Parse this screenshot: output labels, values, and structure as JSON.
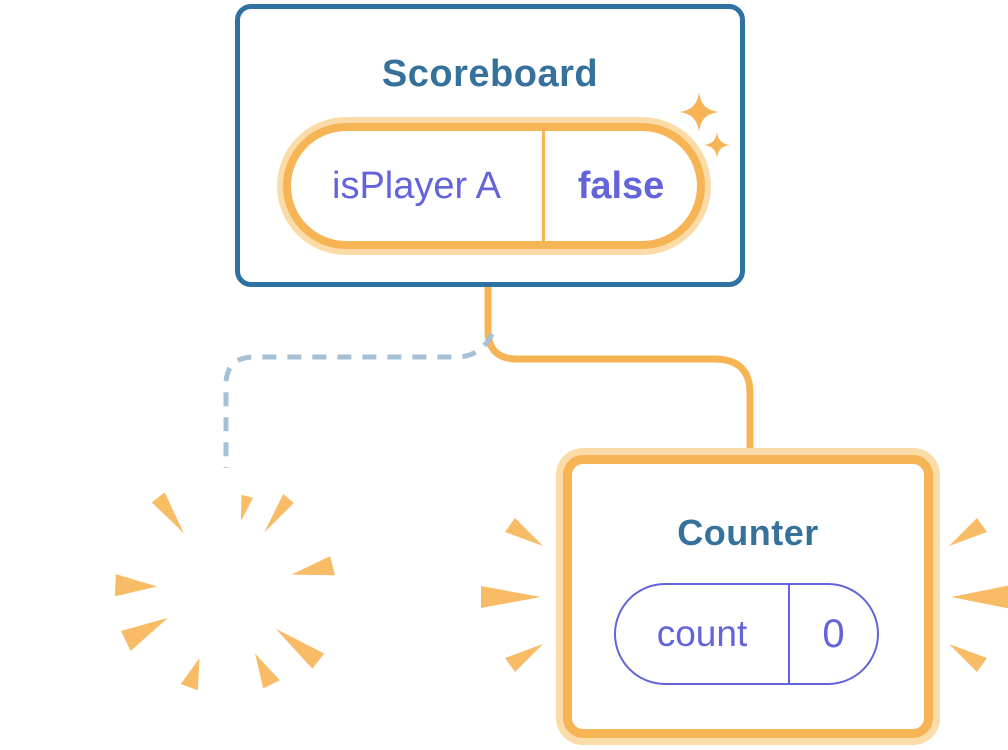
{
  "illustration": {
    "scoreboard": {
      "title": "Scoreboard",
      "state_key": "isPlayer A",
      "state_value": "false"
    },
    "counter": {
      "title": "Counter",
      "state_key": "count",
      "state_value": "0"
    },
    "icons": {
      "sparkles": "sparkles-icon",
      "poof_burst": "poof-burst-icon",
      "emphasis_marks": "emphasis-marks-icon"
    }
  },
  "colors": {
    "teal": "#2E72A1",
    "title_blue": "#35719A",
    "orange": "#F6B455",
    "halo": "#FBDCA8",
    "purple": "#6363DB",
    "dash_blue": "#A6C0D5",
    "ray_orange": "#F8BC66",
    "card_bg": "#FFFFFF",
    "page_bg": "#FFFFFF"
  }
}
